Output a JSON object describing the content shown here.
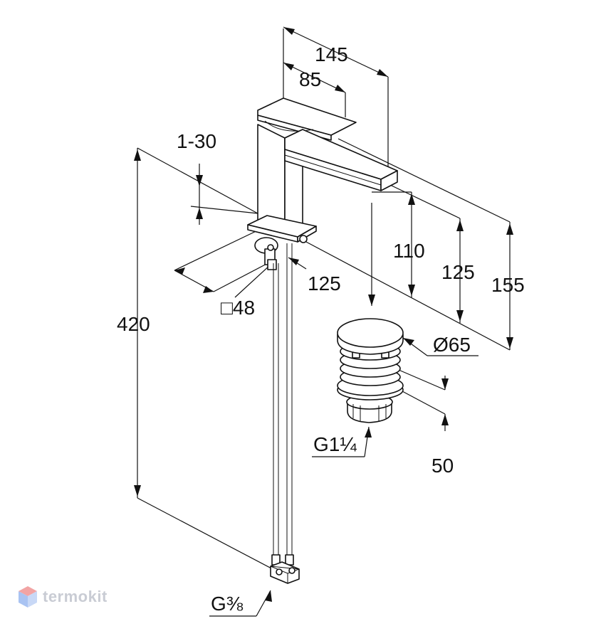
{
  "dimensions": {
    "d145": "145",
    "d85": "85",
    "d1_30": "1-30",
    "d420": "420",
    "d110": "110",
    "d125_right": "125",
    "d155": "155",
    "d125_base": "125",
    "d48": "□48",
    "d65": "Ø65",
    "d50": "50",
    "g114": "G1¼",
    "g38": "G⅜"
  },
  "watermark": {
    "brand": "termokit"
  },
  "colors": {
    "line": "#111111",
    "watermark": "#c9ccd4",
    "watermark_logo_top": "#f2a4a4",
    "watermark_logo_side": "#a9c3f2"
  }
}
